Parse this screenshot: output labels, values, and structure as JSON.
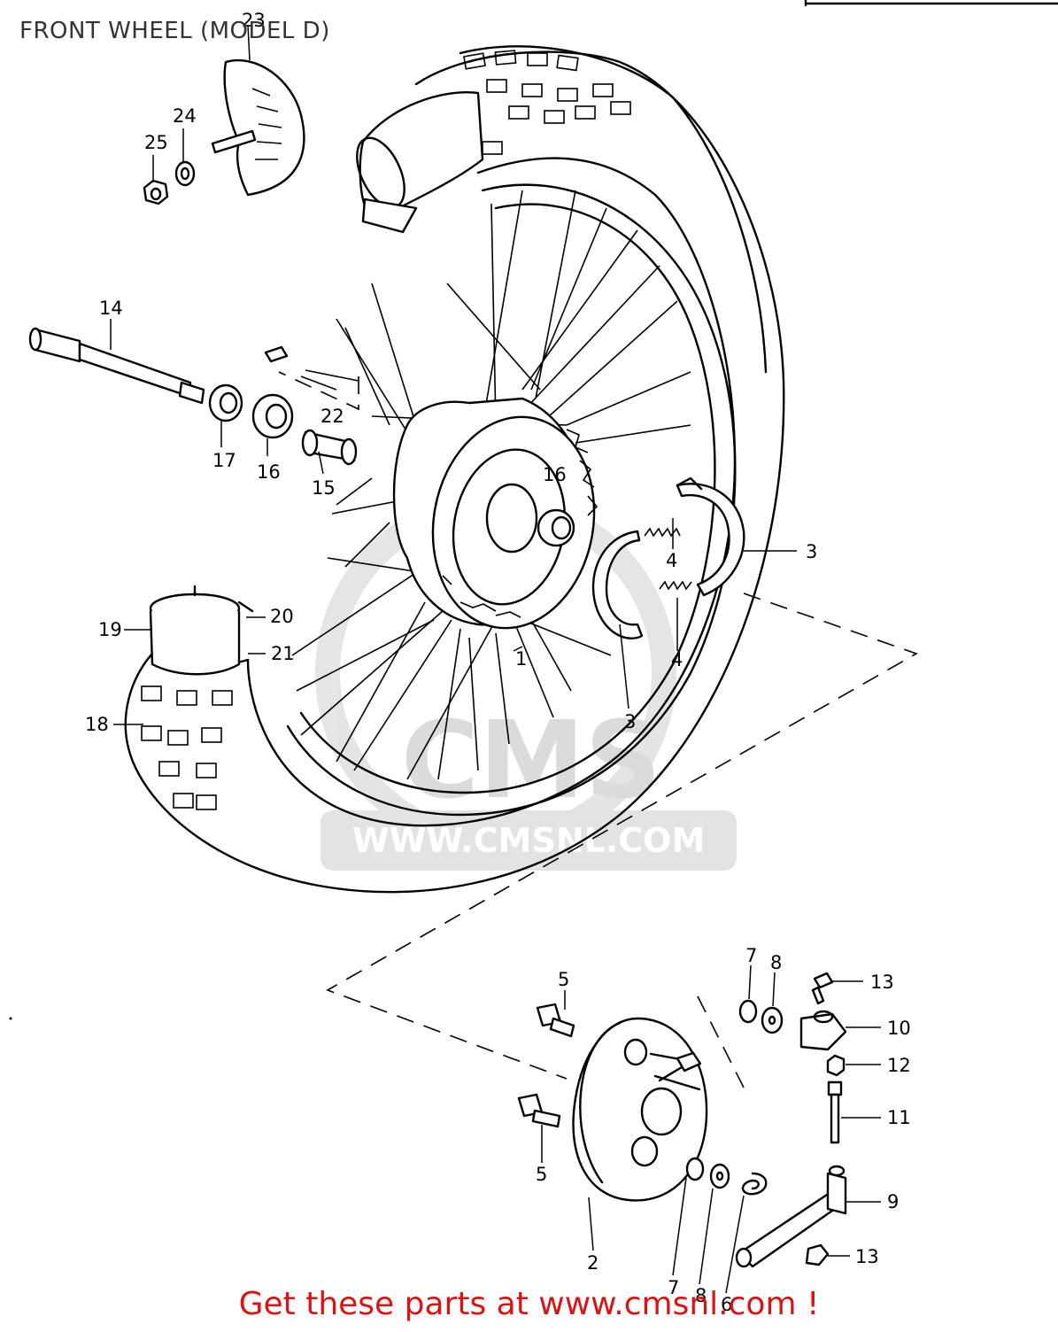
{
  "diagram": {
    "title": "FRONT WHEEL (MODEL D)",
    "footer": "Get these parts at www.cmsnl.com !",
    "watermark": {
      "logo_text": "CMS",
      "url_text": "WWW.CMSNL.COM"
    },
    "callouts": [
      "23",
      "24",
      "25",
      "14",
      "22",
      "17",
      "16",
      "15",
      "16",
      "4",
      "3",
      "4",
      "20",
      "19",
      "21",
      "1",
      "18",
      "3",
      "7",
      "8",
      "5",
      "13",
      "10",
      "12",
      "11",
      "5",
      "9",
      "2",
      "7",
      "8",
      "6",
      "13"
    ]
  },
  "colors": {
    "footer_text": "#d81414",
    "title_text": "#333333",
    "watermark": "#d8d8d8",
    "line_art": "#000000"
  }
}
